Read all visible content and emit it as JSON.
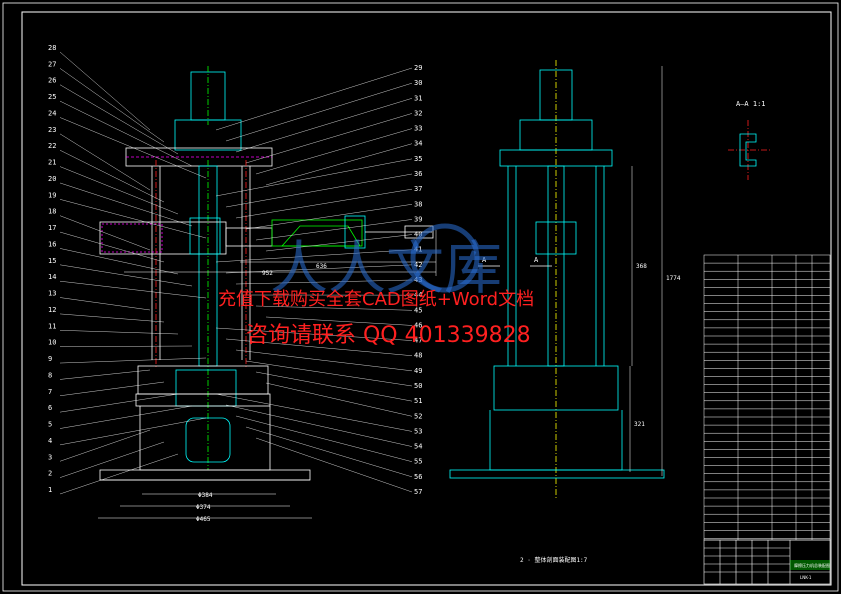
{
  "leader_labels_left": [
    "28",
    "27",
    "26",
    "25",
    "24",
    "23",
    "22",
    "21",
    "20",
    "19",
    "18",
    "17",
    "16",
    "15",
    "14",
    "13",
    "12",
    "11",
    "10",
    "9",
    "8",
    "7",
    "6",
    "5",
    "4",
    "3",
    "2",
    "1"
  ],
  "leader_labels_right": [
    "29",
    "30",
    "31",
    "32",
    "33",
    "34",
    "35",
    "36",
    "37",
    "38",
    "39",
    "40",
    "41",
    "42",
    "43",
    "44",
    "45",
    "46",
    "47",
    "48",
    "49",
    "50",
    "51",
    "52",
    "53",
    "54",
    "55",
    "56",
    "57"
  ],
  "section_marks": {
    "left": "A",
    "right": "A",
    "detail_title": "A—A 1:1"
  },
  "dimensions": {
    "front_top_horizontal": "636",
    "front_mid_horizontal": "952",
    "front_base_1": "Φ384",
    "front_base_2": "Φ374",
    "front_base_3": "Φ465",
    "side_vertical_1": "368",
    "side_vertical_2": "1774",
    "side_vertical_3": "321"
  },
  "view_caption": "2 · 整体剖面装配图1:7",
  "title_block": {
    "drawing_no": "LNK-1",
    "title": "摩擦压力机总装配图"
  },
  "watermark": {
    "line1": "充值下载购买全套CAD图纸+Word文档",
    "line2": "咨询请联系  QQ 401339828",
    "logo": "人人文库"
  },
  "colors": {
    "background": "#000000",
    "outline": "#00ffff",
    "parts": "#ffffff",
    "hidden": "#ffff00",
    "accent": "#00ff00",
    "hatch": "#ff00ff",
    "watermark": "#ff2020"
  }
}
